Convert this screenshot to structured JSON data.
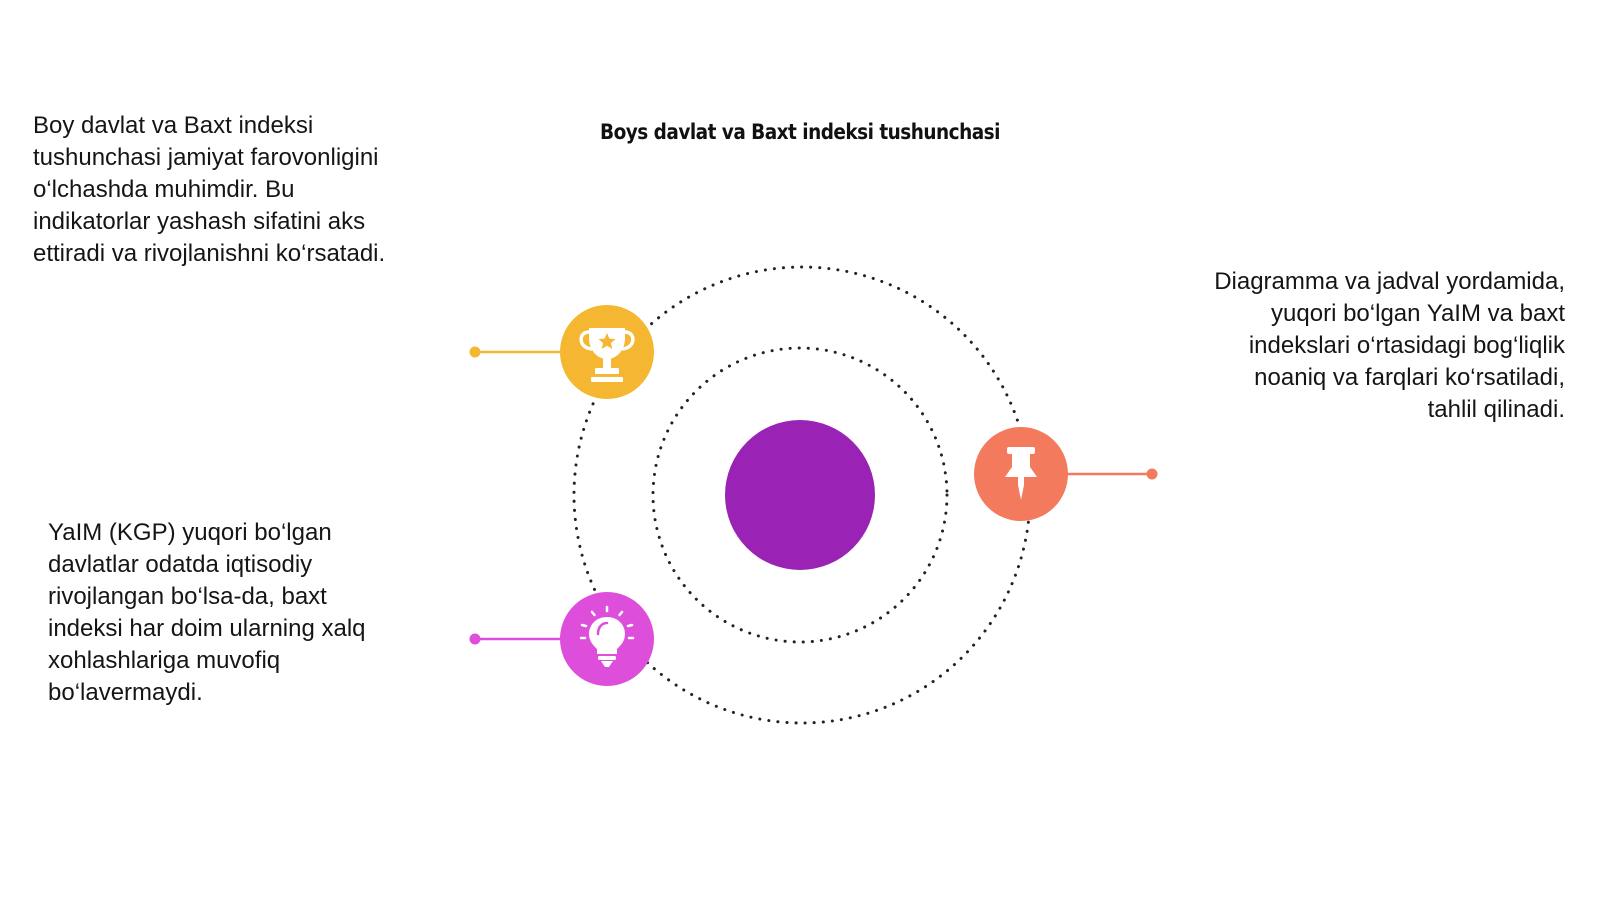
{
  "title": "Boys davlat va Baxt indeksi tushunchasi",
  "blocks": {
    "top_left": "Boy davlat va Baxt indeksi\ntushunchasi jamiyat farovonligini\no‘lchashda muhimdir. Bu\nindikatorlar yashash sifatini aks\nettiradi va rivojlanishni ko‘rsatadi.",
    "bottom_left": "YaIM (KGP) yuqori bo‘lgan\ndavlatlar odatda iqtisodiy\nrivojlangan bo‘lsa-da, baxt\nindeksi har doim ularning xalq\nxohlashlariga muvofiq\nbo‘lavermaydi.",
    "right": "Diagramma va jadval yordamida,\nyuqori bo‘lgan YaIM va baxt\nindekslari o‘rtasidagi bog‘liqlik\nnoaniq va farqlari ko‘rsatiladi,\ntahlil qilinadi."
  },
  "nodes": [
    {
      "icon": "trophy-icon",
      "color": "#F5B731"
    },
    {
      "icon": "pushpin-icon",
      "color": "#F47A5E"
    },
    {
      "icon": "lightbulb-icon",
      "color": "#DD4FDA"
    }
  ],
  "center_color": "#9A22B5",
  "orbit_color": "#222222"
}
